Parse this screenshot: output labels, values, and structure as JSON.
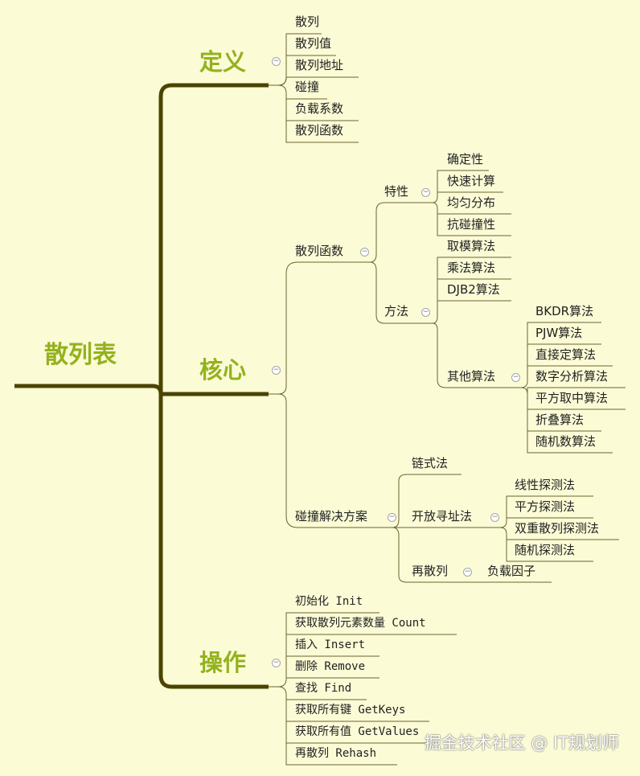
{
  "root": "散列表",
  "branches": {
    "definition": {
      "title": "定义",
      "items": [
        "散列",
        "散列值",
        "散列地址",
        "碰撞",
        "负载系数",
        "散列函数"
      ]
    },
    "core": {
      "title": "核心",
      "hash_function": {
        "label": "散列函数",
        "traits": {
          "label": "特性",
          "items": [
            "确定性",
            "快速计算",
            "均匀分布",
            "抗碰撞性"
          ]
        },
        "methods": {
          "label": "方法",
          "items": [
            "取模算法",
            "乘法算法",
            "DJB2算法"
          ],
          "others": {
            "label": "其他算法",
            "items": [
              "BKDR算法",
              "PJW算法",
              "直接定算法",
              "数字分析算法",
              "平方取中算法",
              "折叠算法",
              "随机数算法"
            ]
          }
        }
      },
      "collision": {
        "label": "碰撞解决方案",
        "chaining": "链式法",
        "open_addressing": {
          "label": "开放寻址法",
          "items": [
            "线性探测法",
            "平方探测法",
            "双重散列探测法",
            "随机探测法"
          ]
        },
        "rehash": {
          "label": "再散列",
          "items": [
            "负载因子"
          ]
        }
      }
    },
    "operations": {
      "title": "操作",
      "items": [
        "初始化 Init",
        "获取散列元素数量 Count",
        "插入 Insert",
        "删除 Remove",
        "查找 Find",
        "获取所有键 GetKeys",
        "获取所有值 GetValues",
        "再散列 Rehash"
      ]
    }
  },
  "watermark": "掘金技术社区 @ IT规划师",
  "colors": {
    "trunk": "#4a4400",
    "thin_line": "#6a6430",
    "title": "#94b21d",
    "background": "#fbfbd6"
  },
  "icons": {
    "toggle": "collapse-minus-icon"
  }
}
